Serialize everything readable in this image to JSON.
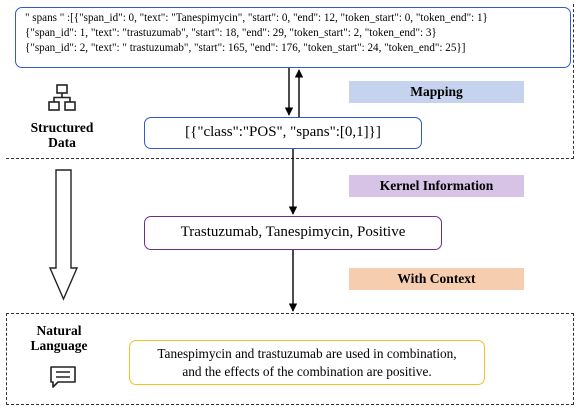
{
  "structured": {
    "spans_lines": [
      "\" spans \" :[{\"span_id\": 0, \"text\": \"Tanespimycin\", \"start\": 0, \"end\": 12, \"token_start\": 0, \"token_end\": 1}",
      "{\"span_id\": 1, \"text\": \"trastuzumab\", \"start\": 18, \"end\": 29, \"token_start\": 2, \"token_end\": 3}",
      "{\"span_id\": 2, \"text\": \" trastuzumab\", \"start\": 165, \"end\": 176, \"token_start\": 24, \"token_end\": 25}]"
    ],
    "label_line1": "Structured",
    "label_line2": "Data",
    "icon": "hierarchy-icon",
    "class_box": "[{\"class\":\"POS\",  \"spans\":[0,1]}]"
  },
  "banners": {
    "mapping": "Mapping",
    "kernel": "Kernel Information",
    "context": "With Context"
  },
  "kernel_box": "Trastuzumab, Tanespimycin, Positive",
  "natural": {
    "label_line1": "Natural",
    "label_line2": "Language",
    "icon": "message-icon",
    "sentence_line1": "Tanespimycin and trastuzumab are used in combination,",
    "sentence_line2": "and the effects of the combination are positive."
  },
  "colors": {
    "blue_border": "#2f5bd0",
    "purple_border": "#6d2f8e",
    "yellow_border": "#f2c324",
    "mapping_bg": "#c6d3ee",
    "kernel_bg": "#d6c3e6",
    "context_bg": "#f7cdb0"
  }
}
